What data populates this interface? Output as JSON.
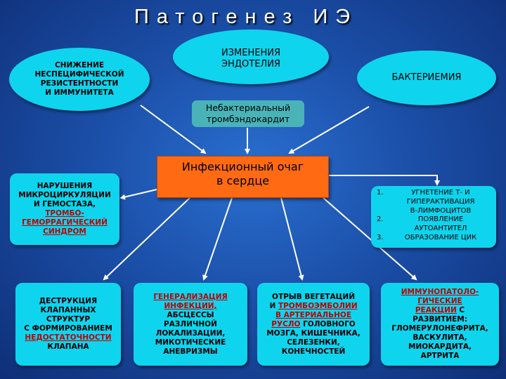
{
  "title": "Патогенез ИЭ",
  "nodes": {
    "resistance": [
      "СНИЖЕНИЕ",
      "НЕСПЕЦИФИЧЕСКОЙ",
      "РЕЗИСТЕНТНОСТИ",
      "И ИММУНИТЕТА"
    ],
    "endothelium": [
      "ИЗМЕНЕНИЯ",
      "ЭНДОТЕЛИЯ"
    ],
    "bacteremia": "БАКТЕРИЕМИЯ",
    "nonbacterial": [
      "Небактериальный",
      "тромбэндокардит"
    ],
    "focus": [
      "Инфекционный очаг",
      "в сердце"
    ],
    "microcirc": {
      "lines": [
        "НАРУШЕНИЯ",
        "МИКРОЦИРКУЛЯЦИИ",
        "И ГЕМОСТАЗА,"
      ],
      "red_lines": [
        "ТРОМБО-",
        "ГЕМОРРАГИЧЕСКИЙ",
        "СИНДРОМ"
      ]
    },
    "immune": {
      "items": [
        {
          "num": "1.",
          "lines": [
            "УГНЕТЕНИЕ Т- И",
            "ГИПЕРАКТИВАЦИЯ",
            "В-ЛИМФОЦИТОВ"
          ]
        },
        {
          "num": "2.",
          "lines": [
            "ПОЯВЛЕНИЕ",
            "АУТОАНТИТЕЛ"
          ]
        },
        {
          "num": "3.",
          "lines": [
            "ОБРАЗОВАНИЕ ЦИК"
          ]
        }
      ]
    },
    "destruction": {
      "lines": [
        "ДЕСТРУКЦИЯ",
        "КЛАПАННЫХ",
        "СТРУКТУР",
        "С ФОРМИРОВАНИЕМ"
      ],
      "red": "НЕДОСТАТОЧНОСТИ",
      "after": "КЛАПАНА"
    },
    "generalization": {
      "red_lines": [
        "ГЕНЕРАЛИЗАЦИЯ",
        "ИНФЕКЦИИ,"
      ],
      "lines": [
        "АБСЦЕССЫ",
        "РАЗЛИЧНОЙ",
        "ЛОКАЛИЗАЦИИ,",
        "МИКОТИЧЕСКИЕ",
        "АНЕВРИЗМЫ"
      ]
    },
    "embolism": {
      "line1": "ОТРЫВ ВЕГЕТАЦИЙ",
      "line2_pre": "И ",
      "line2_red": "ТРОМБОЭМБОЛИИ",
      "red_line": "В АРТЕРИАЛЬНОЕ",
      "line4_red": "РУСЛО",
      "line4_post": " ГОЛОВНОГО",
      "lines": [
        "МОЗГА, КИШЕЧНИКА,",
        "СЕЛЕЗЕНКИ,",
        "КОНЕЧНОСТЕЙ"
      ]
    },
    "immunopath": {
      "red_lines": [
        "ИММУНОПАТОЛО-",
        "ГИЧЕСКИЕ"
      ],
      "red3": "РЕАКЦИИ",
      "post3": " С",
      "lines": [
        "РАЗВИТИЕМ:",
        "ГЛОМЕРУЛОНЕФРИТА,",
        "ВАСКУЛИТА,",
        "МИОКАРДИТА,",
        "АРТРИТА"
      ]
    }
  },
  "colors": {
    "node_fill": "#0fd4ee",
    "focus_fill": "#ff6a12",
    "pill_fill": "#49b3b8",
    "red_text": "#c00000",
    "arrow": "#ffffff"
  }
}
